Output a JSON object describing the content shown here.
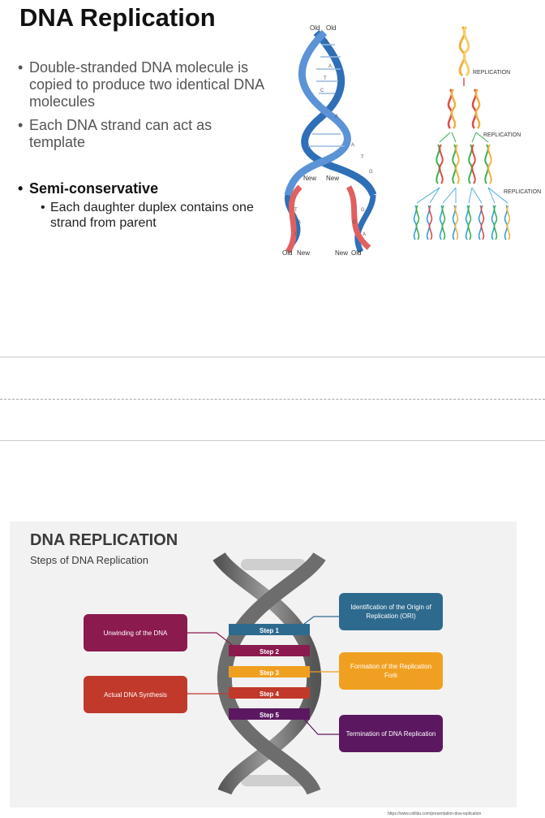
{
  "slide1": {
    "title": "DNA Replication",
    "bullets": [
      "Double-stranded DNA molecule is copied to produce two identical DNA molecules",
      "Each DNA strand can act as template"
    ],
    "semi_conservative": "Semi-conservative",
    "sub_bullet": "Each daughter duplex contains one strand from parent",
    "dna_labels": {
      "top_left": "Old",
      "top_right": "Old",
      "mid_left": "New",
      "mid_right": "New",
      "bottom_1": "Old",
      "bottom_2": "New",
      "bottom_3": "New",
      "bottom_4": "Old"
    },
    "replication_labels": [
      "REPLICATION",
      "REPLICATION",
      "REPLICATION"
    ]
  },
  "slide2": {
    "title": "DNA REPLICATION",
    "subtitle": "Steps of DNA Replication",
    "steps": [
      {
        "label": "Step 1",
        "color": "#2e6a8e"
      },
      {
        "label": "Step 2",
        "color": "#8b1a4e"
      },
      {
        "label": "Step 3",
        "color": "#f0a020"
      },
      {
        "label": "Step 4",
        "color": "#c0392b"
      },
      {
        "label": "Step 5",
        "color": "#5b1860"
      }
    ],
    "boxes": {
      "unwinding": "Unwinding of the DNA",
      "synthesis": "Actual DNA Synthesis",
      "identification": "Identification of the Origin of Replication (ORI)",
      "fork": "Formation of the Replication Fork",
      "termination": "Termination of DNA Replication"
    }
  },
  "footer_url": "https://www.collidu.com/presentation-dna-replication"
}
